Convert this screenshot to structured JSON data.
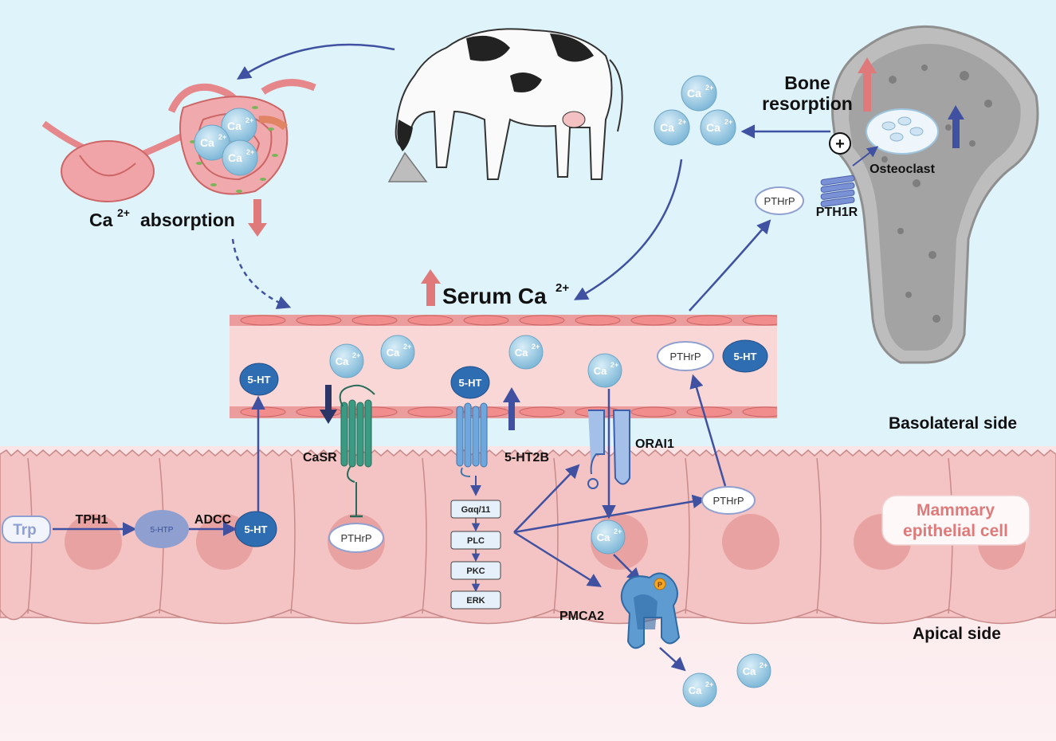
{
  "ion": {
    "base": "Ca",
    "charge": "2+"
  },
  "labels": {
    "absorption": "absorption",
    "serum": "Serum Ca",
    "bone_line1": "Bone",
    "bone_line2": "resorption",
    "osteoclast": "Osteoclast",
    "pth1r": "PTH1R",
    "basolateral": "Basolateral side",
    "apical": "Apical side",
    "mammary_line1": "Mammary",
    "mammary_line2": "epithelial cell",
    "trp": "Trp",
    "tph1": "TPH1",
    "htp": "5-HTP",
    "adcc": "ADCC",
    "ht": "5-HT",
    "casr": "CaSR",
    "ht2b": "5-HT2B",
    "orai1": "ORAI1",
    "pmca2": "PMCA2",
    "pthrp": "PTHrP",
    "plus": "+",
    "p": "P"
  },
  "pathway": [
    "Gαq/11",
    "PLC",
    "PKC",
    "ERK"
  ],
  "colors": {
    "sky": "#dff3fa",
    "tissue": "#f7d3d2",
    "cell": "#f4c4c4",
    "nucleus": "#e9a2a2",
    "arrow": "#3f51a0",
    "up_red": "#e07a7a",
    "ion_fill": "#a9d5ea",
    "ht_fill": "#2f6db3",
    "receptor_blue": "#6fa7dc",
    "receptor_green": "#3a9a82",
    "bone": "#b9b9b9"
  },
  "icons": [
    "cow-icon",
    "gut-icon",
    "bone-icon",
    "osteoclast-icon"
  ]
}
